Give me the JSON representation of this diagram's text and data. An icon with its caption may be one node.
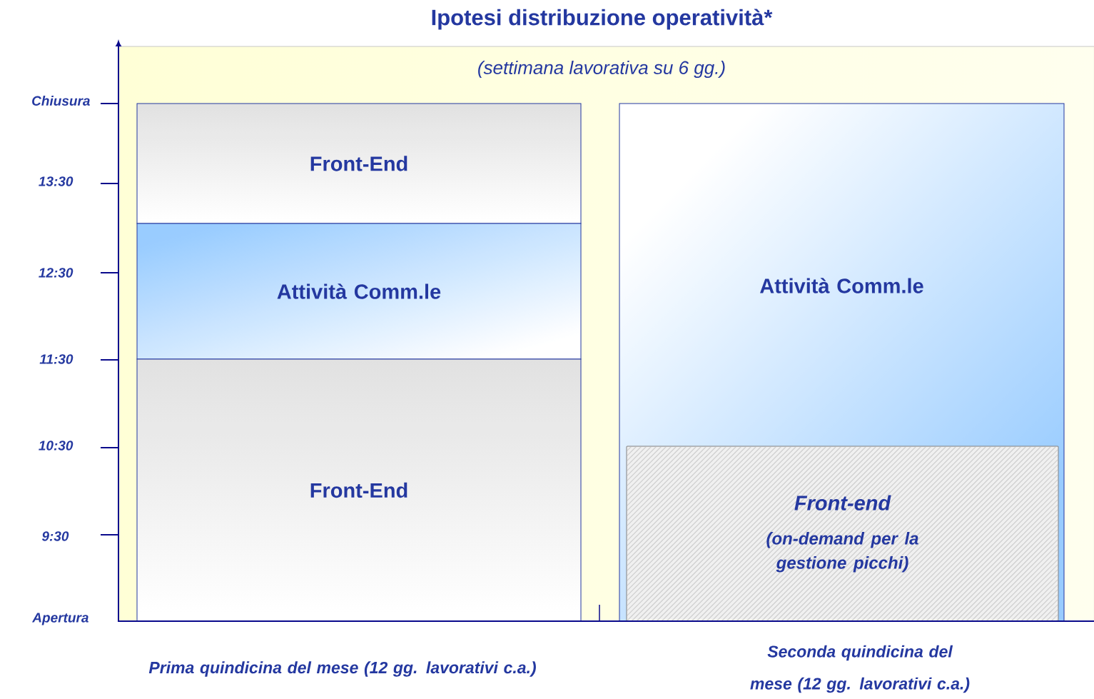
{
  "diagram": {
    "title": "Ipotesi distribuzione operatività*",
    "nodes": [
      {
        "text": [
          "Front-End"
        ]
      },
      {
        "text": [
          "Attività Comm.le"
        ]
      },
      {
        "text": [
          "Front-End"
        ]
      },
      {
        "text": [
          "Attività Comm.le"
        ]
      },
      {
        "text": [
          "Front-end",
          "(on-demand per la gestione picchi)"
        ],
        "in": 3
      }
    ],
    "labels": [
      "(settimana lavorativa su 6 gg.)",
      "Chiusura",
      "13:30",
      "12:30",
      "11:30",
      "10:30",
      "9:30",
      "Apertura",
      "Prima quindicina del mese (12 gg. lavorativi c.a.)",
      "Seconda quindicina del mese (12 gg. lavorativi c.a.)"
    ]
  }
}
